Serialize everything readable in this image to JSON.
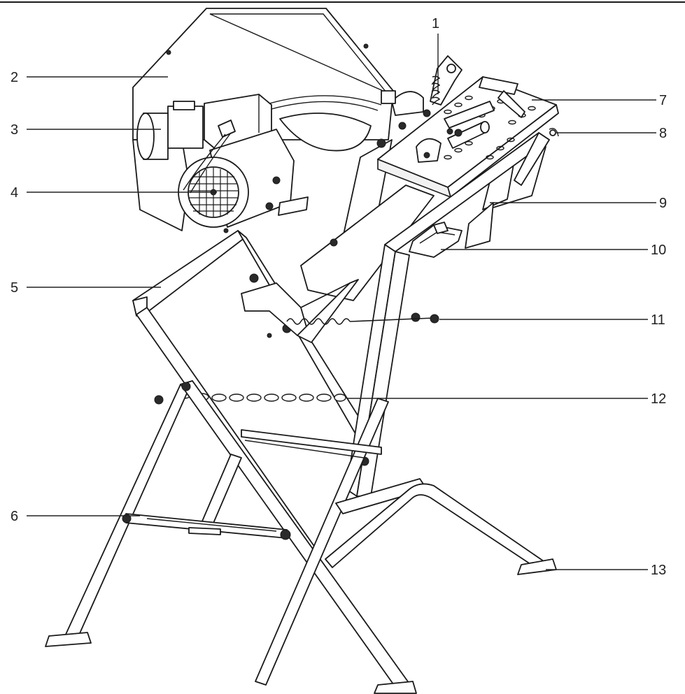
{
  "callouts": [
    "1",
    "2",
    "3",
    "4",
    "5",
    "6",
    "7",
    "8",
    "9",
    "10",
    "11",
    "12",
    "13"
  ],
  "colors": {
    "line": "#1a1a1a",
    "text": "#222222",
    "background": "#ffffff"
  }
}
